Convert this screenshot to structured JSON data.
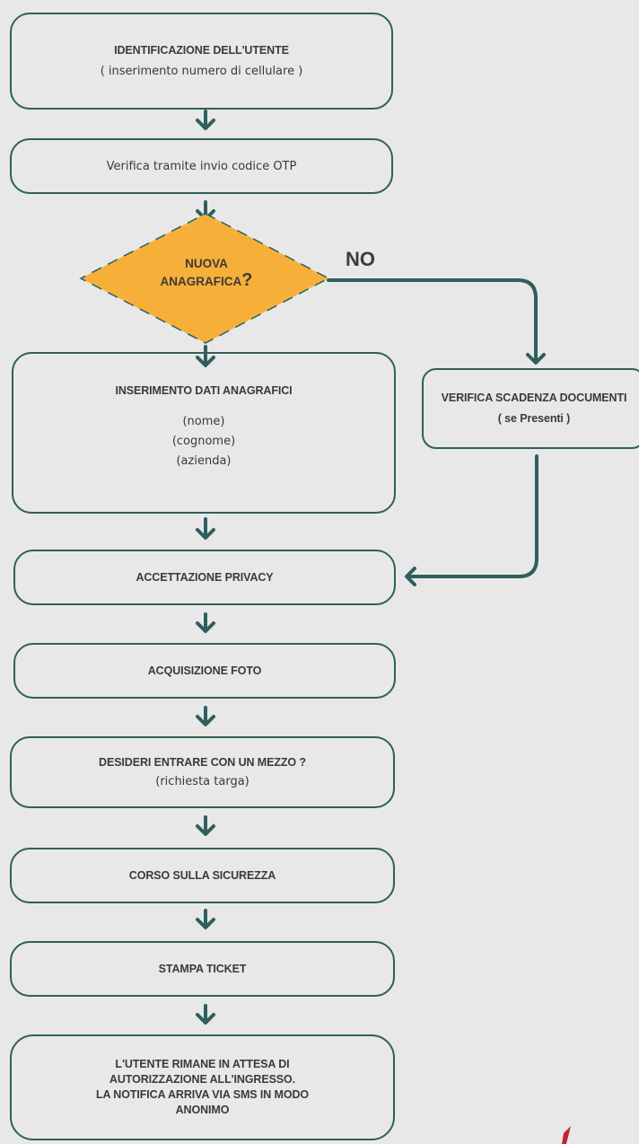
{
  "nodes": {
    "identificazione": {
      "title": "IDENTIFICAZIONE DELL'UTENTE",
      "sub": "( inserimento numero di cellulare )"
    },
    "verifica_otp": {
      "text": "Verifica tramite invio codice OTP"
    },
    "decisione": {
      "line1": "NUOVA",
      "line2": "ANAGRAFICA",
      "q": "?"
    },
    "no_label": "NO",
    "inserimento": {
      "title": "INSERIMENTO DATI ANAGRAFICI",
      "fields": [
        "(nome)",
        "(cognome)",
        "(azienda)"
      ]
    },
    "scadenza": {
      "title": "VERIFICA SCADENZA DOCUMENTI",
      "sub": "( se Presenti )"
    },
    "privacy": {
      "text": "ACCETTAZIONE PRIVACY"
    },
    "foto": {
      "text": "ACQUISIZIONE FOTO"
    },
    "mezzo": {
      "title": "DESIDERI ENTRARE CON UN MEZZO ?",
      "sub": "(richiesta targa)"
    },
    "sicurezza": {
      "text": "CORSO SULLA SICUREZZA"
    },
    "ticket": {
      "text": "STAMPA TICKET"
    },
    "attesa": {
      "lines": [
        "L'UTENTE RIMANE IN ATTESA DI",
        "AUTORIZZAZIONE ALL'INGRESSO.",
        "LA NOTIFICA ARRIVA VIA SMS IN MODO",
        "ANONIMO"
      ]
    }
  },
  "colors": {
    "stroke": "#2f5f5c",
    "decision_fill": "#f6b03a",
    "background": "#e8e8e8"
  }
}
